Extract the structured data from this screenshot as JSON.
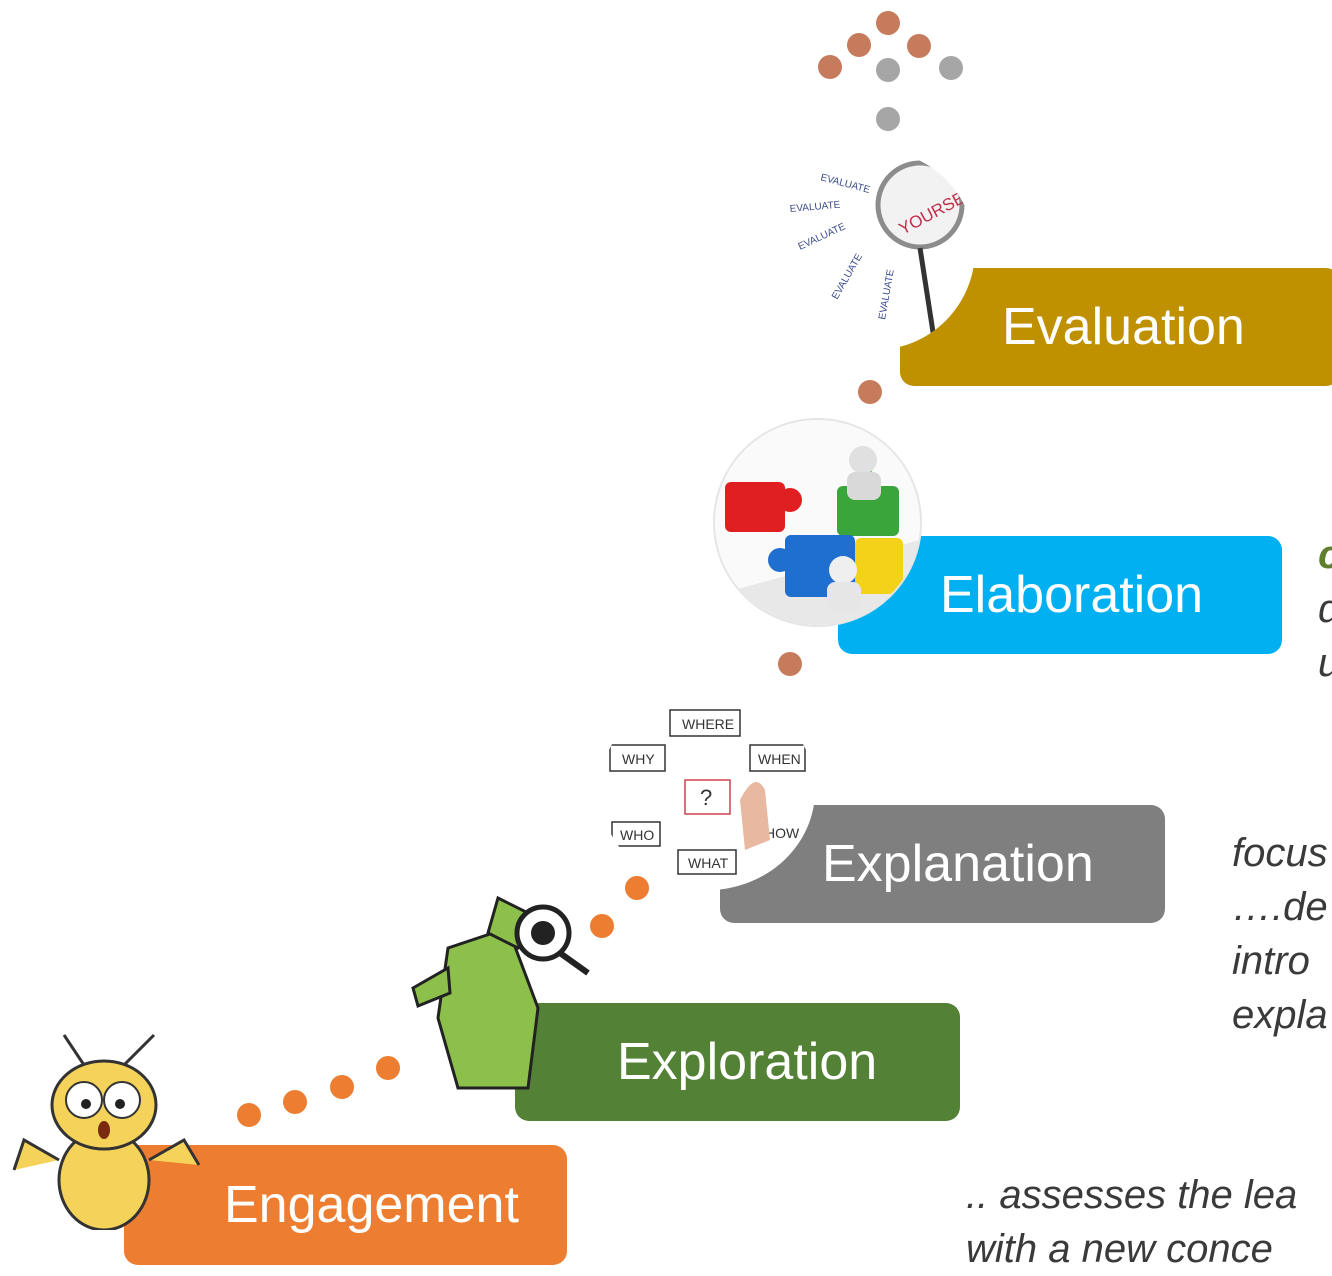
{
  "stages": [
    {
      "label": "Evaluation",
      "color": "#bf9000",
      "icon": "evaluate-yourself-magnifier-icon"
    },
    {
      "label": "Elaboration",
      "color": "#00b0f0",
      "icon": "puzzle-pieces-icon"
    },
    {
      "label": "Explanation",
      "color": "#7f7f7f",
      "icon": "question-diagram-icon"
    },
    {
      "label": "Exploration",
      "color": "#538135",
      "icon": "detective-magnifier-icon"
    },
    {
      "label": "Engagement",
      "color": "#ed7d31",
      "icon": "confused-bug-icon"
    }
  ],
  "image_text": {
    "evaluate": "EVALUATE",
    "yourself": "YOURSELF",
    "where": "WHERE",
    "why": "WHY",
    "when": "WHEN",
    "who": "WHO",
    "what": "WHAT",
    "how": "HOW",
    "question": "?"
  },
  "descriptions": {
    "elaboration_lines": [
      "c",
      "d",
      "u"
    ],
    "explanation_lines": [
      "focus",
      "….de",
      "intro",
      "expla"
    ],
    "bottom_lines": [
      ".. assesses the lea",
      "with a new conce"
    ]
  },
  "colors": {
    "dot_orange": "#c67b5c",
    "dot_grey": "#a6a6a6"
  }
}
